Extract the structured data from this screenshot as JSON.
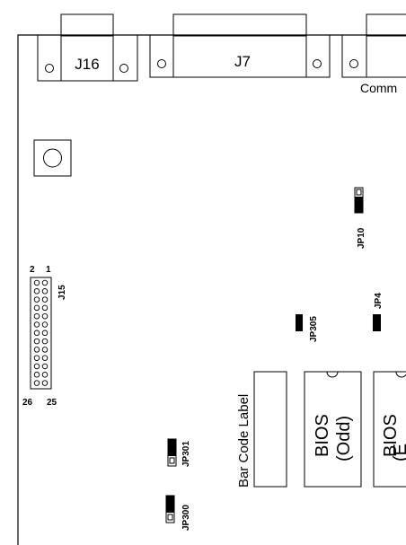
{
  "connectors": {
    "j16": {
      "label": "J16"
    },
    "j7": {
      "label": "J7"
    },
    "comm": {
      "label": "Comm"
    }
  },
  "header_j15": {
    "label": "J15",
    "pin_top_left": "2",
    "pin_top_right": "1",
    "pin_bottom_left": "26",
    "pin_bottom_right": "25"
  },
  "jumpers": {
    "jp10": "JP10",
    "jp305": "JP305",
    "jp4": "JP4",
    "jp301": "JP301",
    "jp300": "JP300"
  },
  "labels": {
    "bar_code": "Bar Code Label",
    "bios_odd_line1": "BIOS",
    "bios_odd_line2": "(Odd)",
    "bios_even_line1": "BIOS",
    "bios_even_line2": "(E"
  },
  "colors": {
    "line": "#000000",
    "background": "#ffffff"
  }
}
